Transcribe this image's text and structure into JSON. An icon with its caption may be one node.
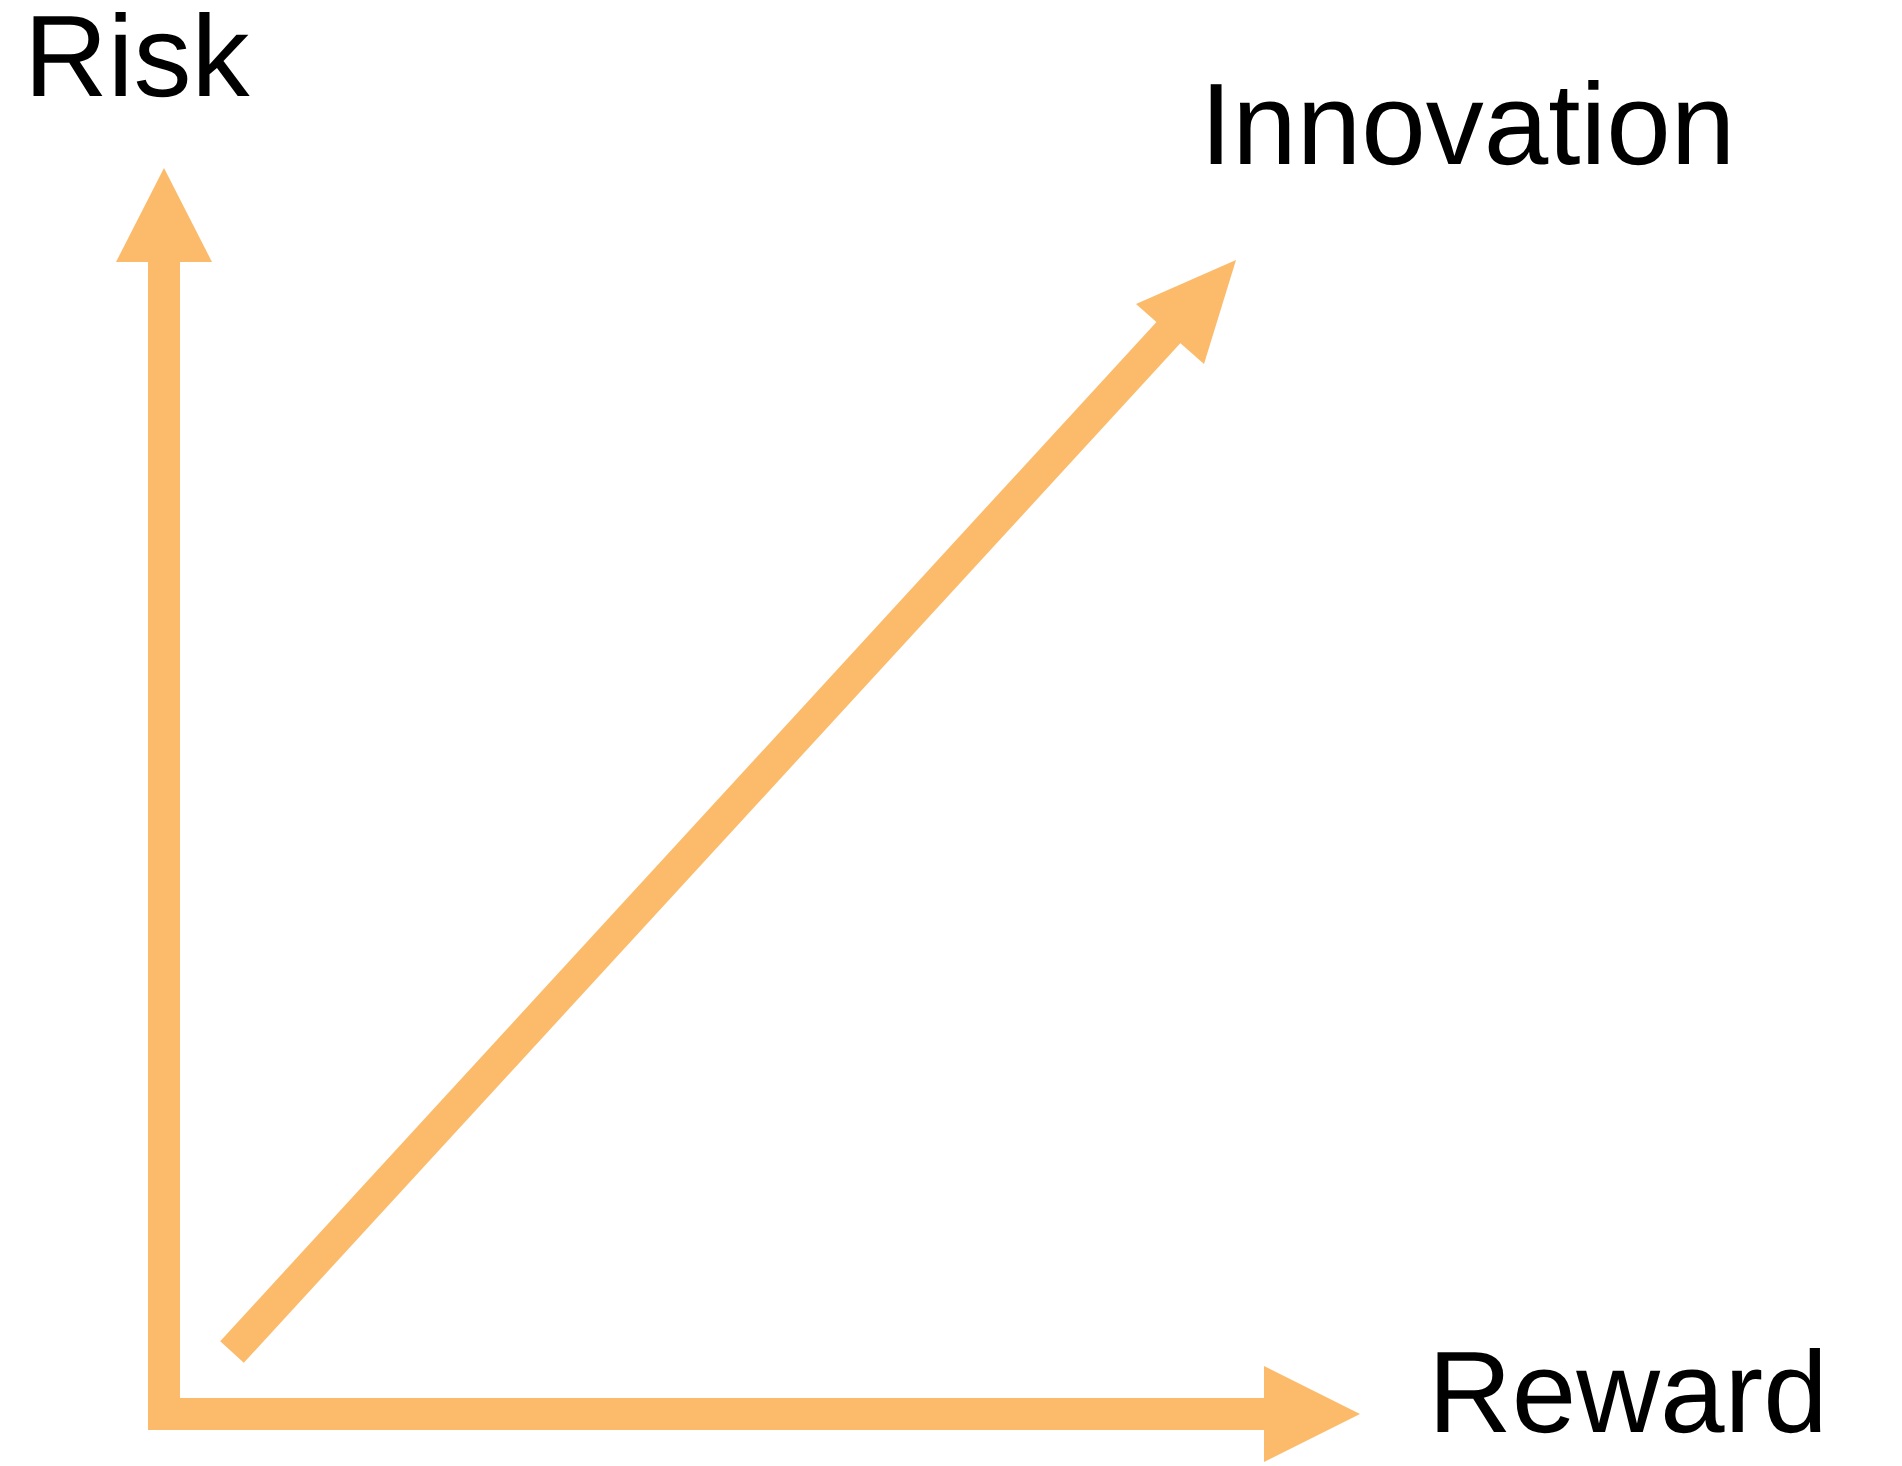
{
  "diagram": {
    "labels": [
      "Risk",
      "Innovation",
      "Reward"
    ]
  }
}
